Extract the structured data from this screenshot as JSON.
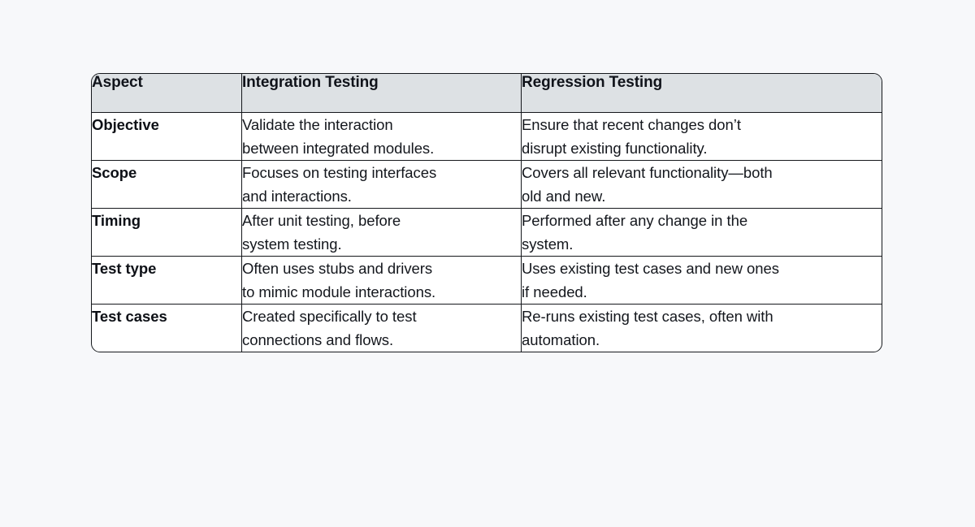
{
  "page": {
    "background_color": "#f7f8fa"
  },
  "table": {
    "name": "integration-vs-regression-testing-comparison",
    "border_color": "#15181c",
    "header_background_color": "#dde1e4",
    "body_background_color": "#ffffff",
    "text_color": "#14171d",
    "columns": [
      {
        "key": "aspect",
        "label": "Aspect"
      },
      {
        "key": "integration",
        "label": "Integration Testing"
      },
      {
        "key": "regression",
        "label": "Regression Testing"
      }
    ],
    "rows": [
      {
        "aspect": "Objective",
        "integration": "Validate the interaction\nbetween integrated modules.",
        "regression": "Ensure that recent changes don’t\ndisrupt existing functionality."
      },
      {
        "aspect": "Scope",
        "integration": "Focuses on testing interfaces\nand interactions.",
        "regression": "Covers all relevant functionality—both\nold and new."
      },
      {
        "aspect": "Timing",
        "integration": "After unit testing, before\nsystem testing.",
        "regression": "Performed after any change in the\nsystem."
      },
      {
        "aspect": "Test type",
        "integration": "Often uses stubs and drivers\nto mimic module interactions.",
        "regression": "Uses existing test cases and new ones\nif needed."
      },
      {
        "aspect": "Test cases",
        "integration": "Created specifically to test\nconnections and flows.",
        "regression": "Re-runs existing test cases, often with\nautomation."
      }
    ]
  }
}
